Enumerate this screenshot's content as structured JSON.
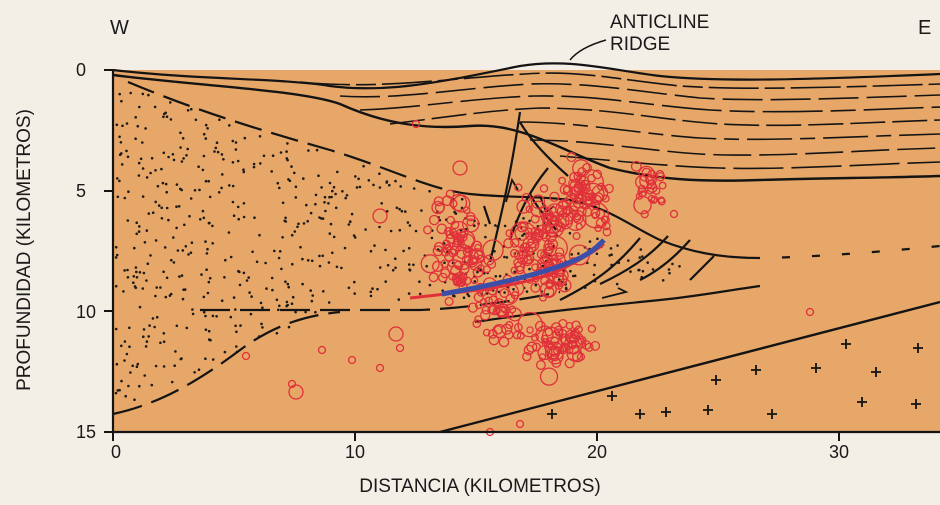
{
  "labels": {
    "west": "W",
    "east": "E",
    "anticline_line1": "ANTICLINE",
    "anticline_line2": "RIDGE",
    "y_axis_title": "PROFUNDIDAD (KILOMETROS)",
    "x_axis_title": "DISTANCIA (KILOMETROS)"
  },
  "axes": {
    "x_ticks": [
      "0",
      "10",
      "20",
      "30"
    ],
    "y_ticks": [
      "0",
      "5",
      "10",
      "15"
    ]
  },
  "colors": {
    "background": "#e7a768",
    "lines": "#141414",
    "hypocenters": "#e0303a",
    "fault_blue": "#3b4fa8"
  }
}
